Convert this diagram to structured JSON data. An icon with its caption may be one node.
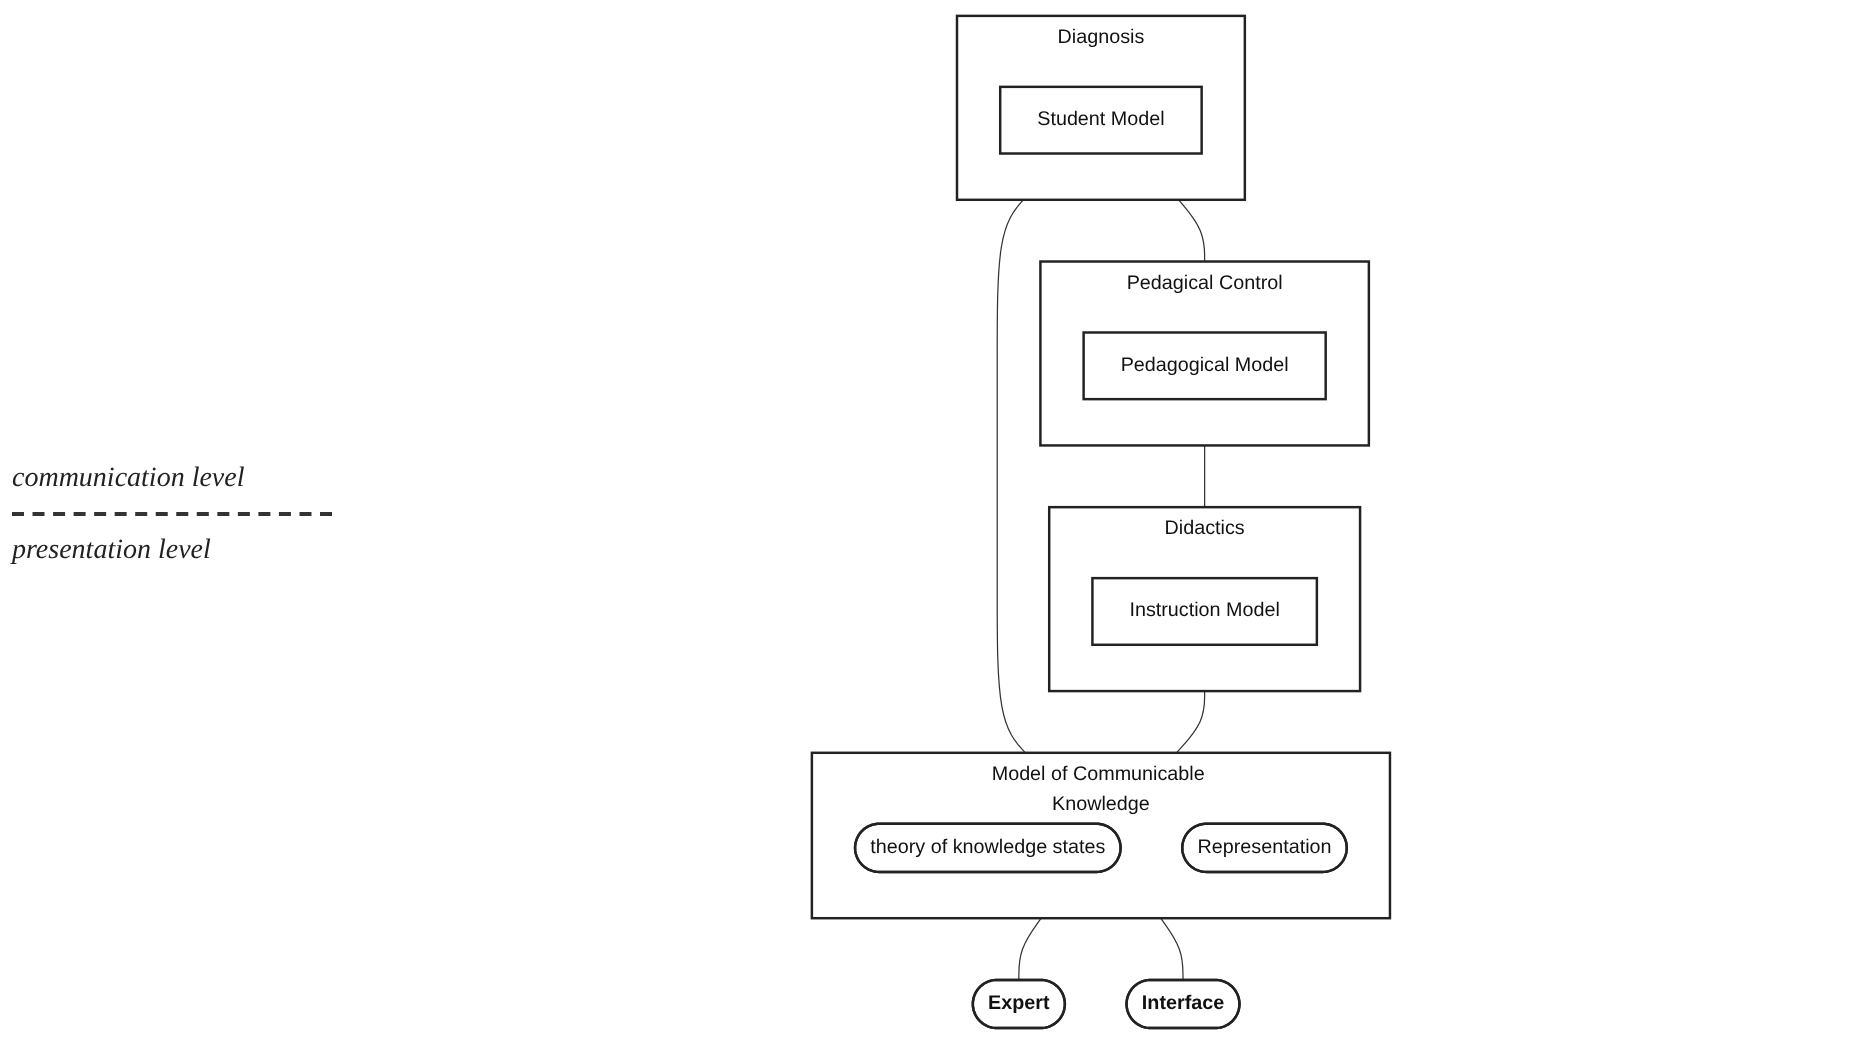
{
  "diagram": {
    "nodes": [
      {
        "text": [
          "Diagnosis"
        ]
      },
      {
        "text": [
          "Student Model"
        ],
        "in": 0
      },
      {
        "text": [
          "Pedagical Control"
        ]
      },
      {
        "text": [
          "Pedagogical Model"
        ],
        "in": 2
      },
      {
        "text": [
          "Didactics"
        ]
      },
      {
        "text": [
          "Instruction Model"
        ],
        "in": 4
      },
      {
        "text": [
          "Model of Communicable Knowledge"
        ]
      },
      {
        "text": [
          "theory of knowledge states"
        ],
        "in": 6
      },
      {
        "text": [
          "Representation"
        ],
        "in": 6
      },
      {
        "text": [
          "Expert"
        ]
      },
      {
        "text": [
          "Interface"
        ]
      }
    ],
    "edges": [
      {
        "from": 0,
        "to": 2,
        "arrow": "none"
      },
      {
        "from": 2,
        "to": 4,
        "arrow": "none"
      },
      {
        "from": 0,
        "to": 6,
        "arrow": "none"
      },
      {
        "from": 4,
        "to": 6,
        "arrow": "none"
      },
      {
        "from": 6,
        "to": 9,
        "arrow": "none"
      },
      {
        "from": 6,
        "to": 10,
        "arrow": "none"
      }
    ],
    "labels": [
      "communication level",
      "presentation level"
    ]
  }
}
